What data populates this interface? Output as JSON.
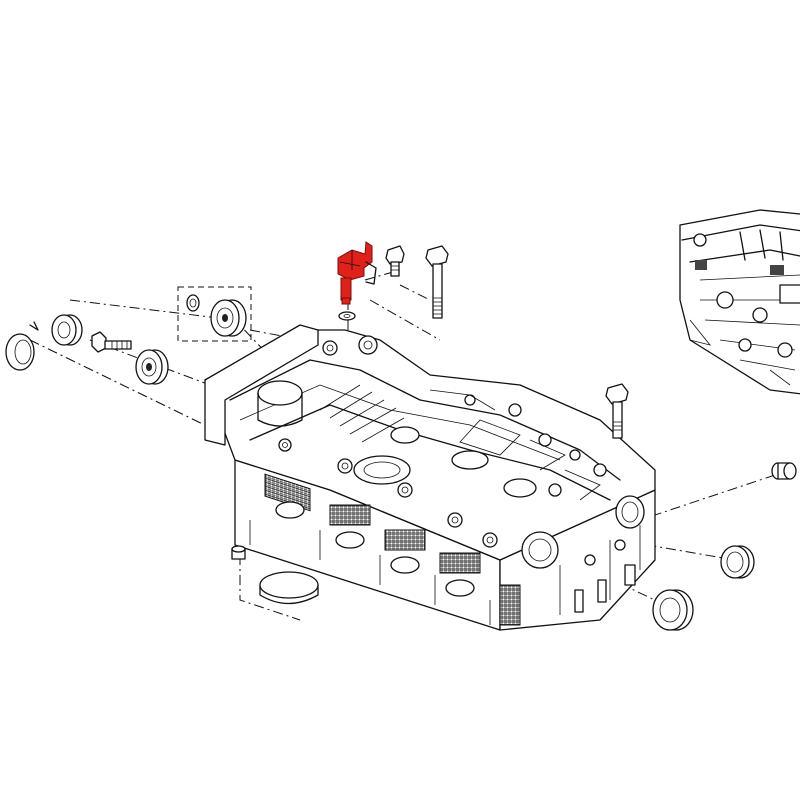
{
  "diagram": {
    "highlight_color": "#e0211a",
    "line_color": "#111111",
    "background": "#ffffff",
    "highlighted_part": "camshaft-position-sensor",
    "parts": [
      "cylinder-head",
      "camshaft-position-sensor",
      "sensor-seal-washer",
      "sensor-bolt",
      "long-bolt",
      "side-bolt",
      "left-seal-plug",
      "bearing",
      "pulley-bolt",
      "pulley",
      "boxed-bearing",
      "right-plug-small",
      "right-seal-ring",
      "lower-seal-ring",
      "small-plug",
      "core-plug",
      "engine-inset"
    ]
  }
}
